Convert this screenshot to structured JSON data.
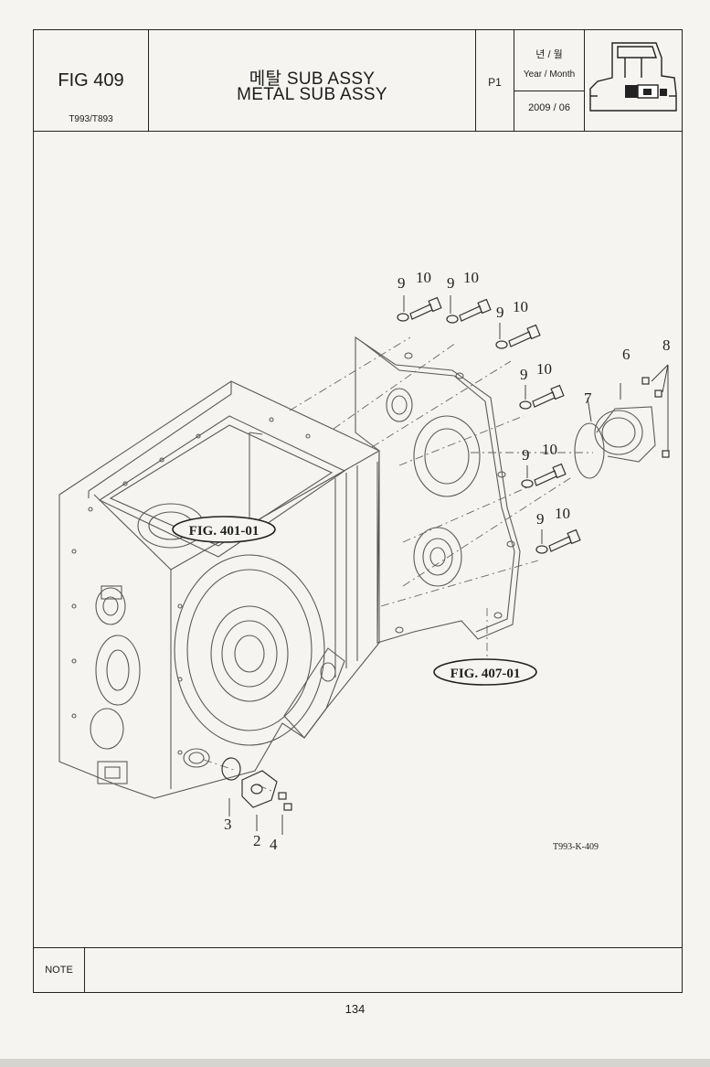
{
  "header": {
    "fig_no": "FIG 409",
    "model": "T993/T893",
    "title_korean": "메탈 SUB ASSY",
    "title_english": "METAL SUB ASSY",
    "page_code": "P1",
    "year_month_korean": "년 / 월",
    "year_month_english": "Year / Month",
    "date": "2009 / 06",
    "logo_icon": "tractor-icon"
  },
  "diagram": {
    "callouts": [
      "9",
      "10",
      "9",
      "10",
      "9",
      "10",
      "9",
      "10",
      "9",
      "10",
      "9",
      "10",
      "6",
      "7",
      "8",
      "3",
      "2",
      "4"
    ],
    "references": [
      "FIG. 401-01",
      "FIG. 407-01"
    ],
    "drawing_code": "T993-K-409"
  },
  "note": {
    "label": "NOTE",
    "value": ""
  },
  "page_number": "134"
}
